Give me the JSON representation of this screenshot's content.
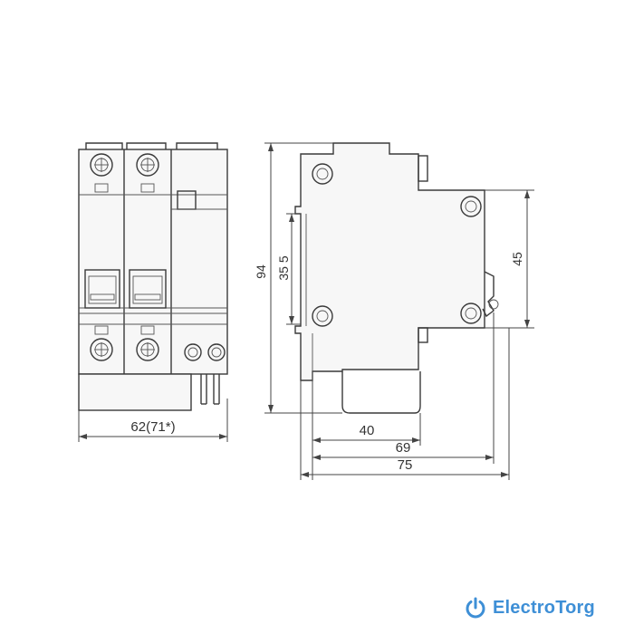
{
  "dimensions": {
    "width_front": "62(71*)",
    "height_total": "94",
    "rail_height": "35 5",
    "mount_height": "45",
    "depth_40": "40",
    "depth_69": "69",
    "depth_75": "75"
  },
  "brand": {
    "name": "ElectroTorg",
    "color": "#3e8fd6",
    "icon": "power-icon"
  }
}
